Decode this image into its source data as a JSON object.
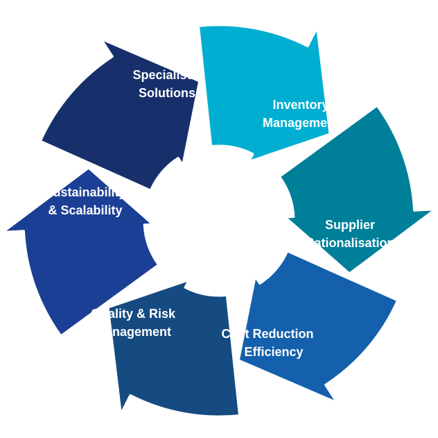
{
  "cycle": {
    "segments": [
      {
        "id": "specialised-solutions",
        "lines": [
          "Specialised",
          "Solutions"
        ],
        "color": "#17306b"
      },
      {
        "id": "inventory-management",
        "lines": [
          "Inventory",
          "Management"
        ],
        "color": "#00aed1"
      },
      {
        "id": "supplier-rationalisation",
        "lines": [
          "Supplier",
          "Rationalisation"
        ],
        "color": "#007f99"
      },
      {
        "id": "cost-reduction",
        "lines": [
          "Cost Reduction",
          "& Efficiency"
        ],
        "color": "#1460ac"
      },
      {
        "id": "quality-risk",
        "lines": [
          "Quality & Risk",
          "Management"
        ],
        "color": "#154b81"
      },
      {
        "id": "sustainability",
        "lines": [
          "Sustainability",
          "& Scalability"
        ],
        "color": "#1b3f94"
      }
    ]
  }
}
